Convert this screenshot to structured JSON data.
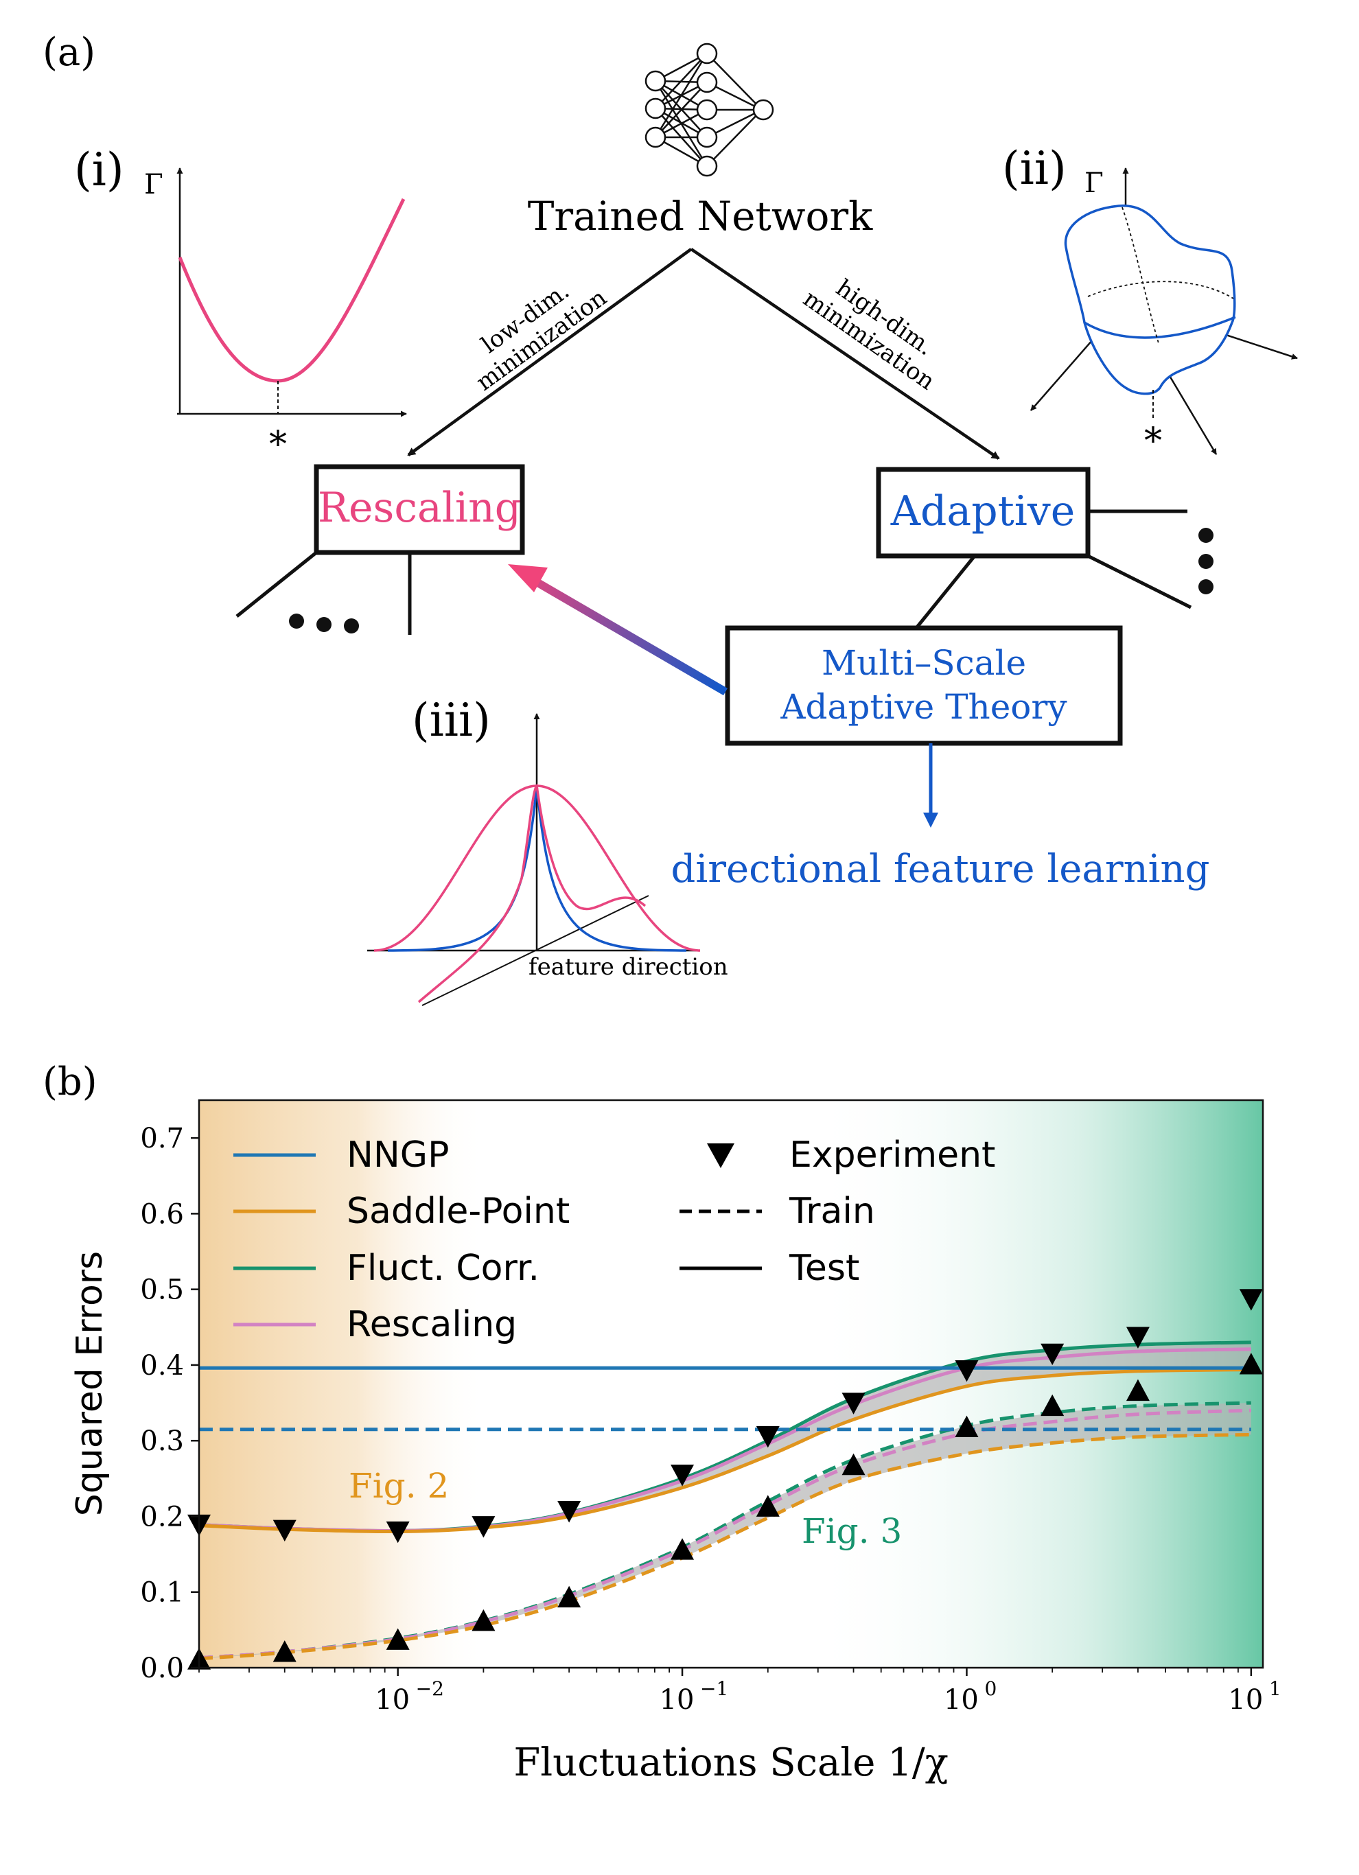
{
  "panel_a": {
    "label": "(a)",
    "sub_i": "(i)",
    "sub_ii": "(ii)",
    "sub_iii": "(iii)",
    "gamma": "Γ",
    "star": "*",
    "trained_network": "Trained Network",
    "low_dim_line1": "low-dim.",
    "low_dim_line2": "minimization",
    "high_dim_line1": "high-dim.",
    "high_dim_line2": "minimization",
    "rescaling": "Rescaling",
    "adaptive": "Adaptive",
    "msat_line1": "Multi–Scale",
    "msat_line2": "Adaptive Theory",
    "directional": "directional feature learning",
    "feature_direction": "feature direction",
    "colors": {
      "pink": "#e8457f",
      "blue": "#1458c8"
    }
  },
  "panel_b": {
    "label": "(b)",
    "fig2": "Fig. 2",
    "fig3": "Fig. 3",
    "colors": {
      "nngp": "#1f77b4",
      "saddle": "#e0951e",
      "fluct": "#17936d",
      "rescaling": "#d282c3",
      "fig2_text": "#e0951e",
      "fig3_text": "#17936d"
    }
  },
  "chart_data": {
    "type": "line",
    "xlabel": "Fluctuations Scale 1/χ",
    "ylabel": "Squared Errors",
    "xscale": "log",
    "xlim": [
      0.002,
      11
    ],
    "ylim": [
      0,
      0.75
    ],
    "x_ticks": [
      {
        "value": 0.01,
        "base": "10",
        "exp": "−2"
      },
      {
        "value": 0.1,
        "base": "10",
        "exp": "−1"
      },
      {
        "value": 1,
        "base": "10",
        "exp": "0"
      },
      {
        "value": 10,
        "base": "10",
        "exp": "1"
      }
    ],
    "y_ticks": [
      "0.0",
      "0.1",
      "0.2",
      "0.3",
      "0.4",
      "0.5",
      "0.6",
      "0.7"
    ],
    "legend": {
      "placement": "top-left",
      "entries": [
        "NNGP",
        "Saddle-Point",
        "Fluct. Corr.",
        "Rescaling"
      ],
      "style_entries": [
        "Experiment",
        "Train",
        "Test"
      ]
    },
    "x": [
      0.002,
      0.004,
      0.01,
      0.02,
      0.04,
      0.1,
      0.2,
      0.4,
      1,
      2,
      4,
      10
    ],
    "series": [
      {
        "name": "NNGP",
        "kind": "test",
        "values": [
          0.396,
          0.396,
          0.396,
          0.396,
          0.396,
          0.396,
          0.396,
          0.396,
          0.396,
          0.396,
          0.396,
          0.396
        ]
      },
      {
        "name": "NNGP",
        "kind": "train",
        "values": [
          0.315,
          0.315,
          0.315,
          0.315,
          0.315,
          0.315,
          0.315,
          0.315,
          0.315,
          0.315,
          0.315,
          0.315
        ]
      },
      {
        "name": "Saddle-Point",
        "kind": "test",
        "values": [
          0.188,
          0.183,
          0.18,
          0.185,
          0.2,
          0.238,
          0.28,
          0.328,
          0.372,
          0.386,
          0.392,
          0.394
        ]
      },
      {
        "name": "Fluct. Corr.",
        "kind": "test",
        "values": [
          0.189,
          0.184,
          0.181,
          0.187,
          0.205,
          0.25,
          0.3,
          0.356,
          0.405,
          0.42,
          0.427,
          0.43
        ]
      },
      {
        "name": "Rescaling",
        "kind": "test",
        "values": [
          0.189,
          0.184,
          0.181,
          0.186,
          0.204,
          0.247,
          0.296,
          0.348,
          0.396,
          0.41,
          0.418,
          0.421
        ]
      },
      {
        "name": "Saddle-Point",
        "kind": "train",
        "values": [
          0.012,
          0.02,
          0.036,
          0.056,
          0.088,
          0.145,
          0.198,
          0.248,
          0.283,
          0.297,
          0.305,
          0.308
        ]
      },
      {
        "name": "Fluct. Corr.",
        "kind": "train",
        "values": [
          0.013,
          0.021,
          0.039,
          0.062,
          0.097,
          0.159,
          0.22,
          0.275,
          0.32,
          0.337,
          0.346,
          0.35
        ]
      },
      {
        "name": "Rescaling",
        "kind": "train",
        "values": [
          0.013,
          0.021,
          0.038,
          0.061,
          0.095,
          0.156,
          0.215,
          0.268,
          0.31,
          0.325,
          0.335,
          0.34
        ]
      }
    ],
    "experiment_test": {
      "x": [
        0.002,
        0.004,
        0.01,
        0.02,
        0.04,
        0.1,
        0.2,
        0.4,
        1,
        2,
        4,
        10
      ],
      "y": [
        0.19,
        0.183,
        0.181,
        0.188,
        0.208,
        0.256,
        0.307,
        0.351,
        0.394,
        0.416,
        0.438,
        0.488
      ]
    },
    "experiment_train": {
      "x": [
        0.002,
        0.004,
        0.01,
        0.02,
        0.04,
        0.1,
        0.2,
        0.4,
        1,
        2,
        4,
        10
      ],
      "y": [
        0.01,
        0.02,
        0.036,
        0.061,
        0.092,
        0.155,
        0.212,
        0.267,
        0.317,
        0.345,
        0.365,
        0.4
      ]
    }
  }
}
